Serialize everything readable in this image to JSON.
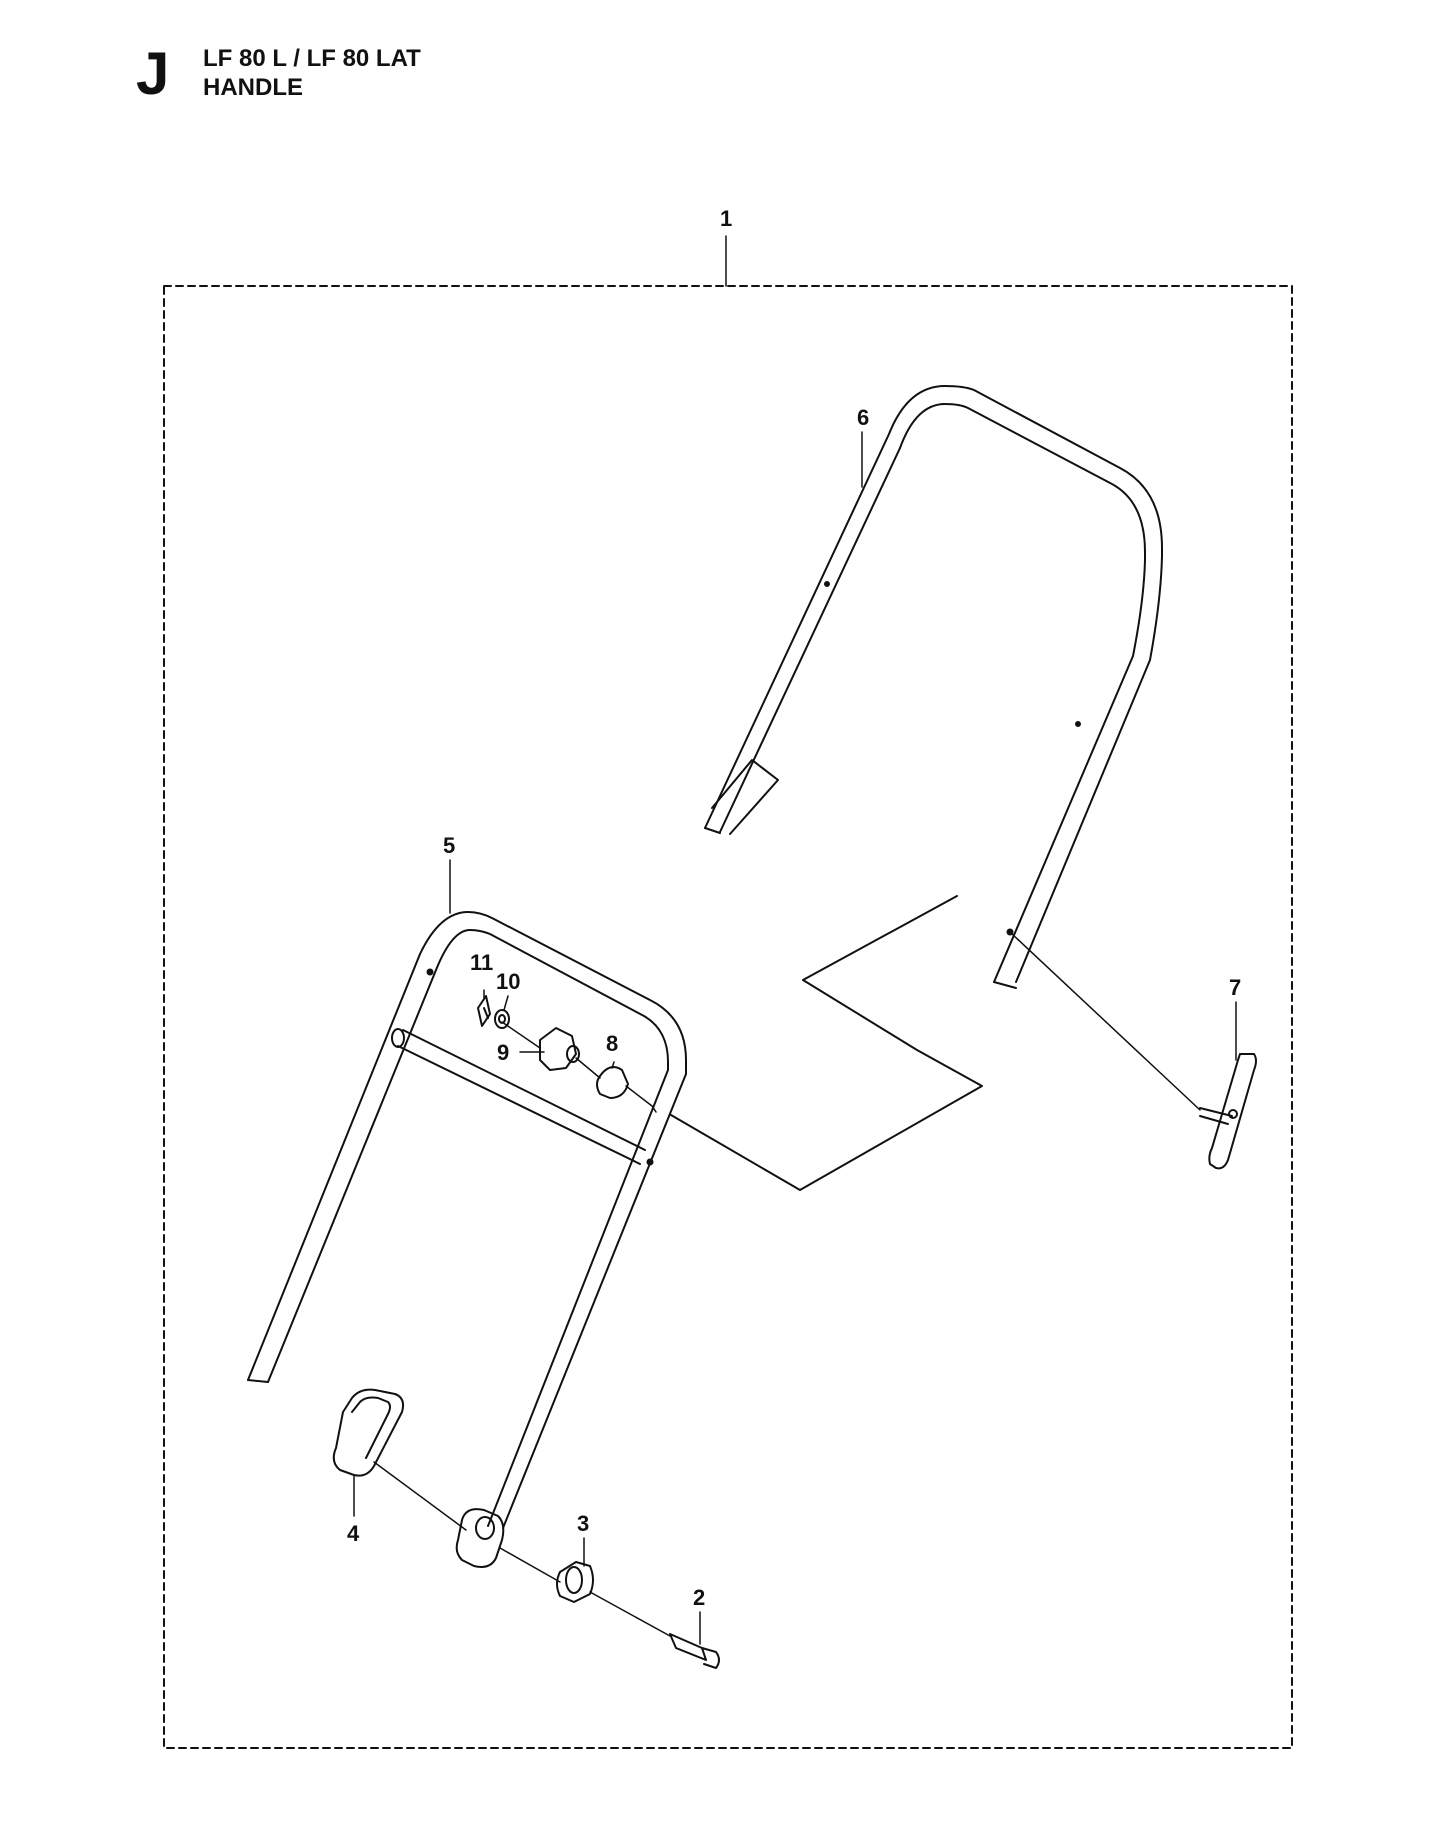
{
  "header": {
    "section_letter": "J",
    "model": "LF 80 L / LF 80 LAT",
    "title": "HANDLE"
  },
  "callouts": [
    {
      "id": "c1",
      "label": "1"
    },
    {
      "id": "c2",
      "label": "2"
    },
    {
      "id": "c3",
      "label": "3"
    },
    {
      "id": "c4",
      "label": "4"
    },
    {
      "id": "c5",
      "label": "5"
    },
    {
      "id": "c6",
      "label": "6"
    },
    {
      "id": "c7",
      "label": "7"
    },
    {
      "id": "c8",
      "label": "8"
    },
    {
      "id": "c9",
      "label": "9"
    },
    {
      "id": "c10",
      "label": "10"
    },
    {
      "id": "c11",
      "label": "11"
    }
  ]
}
